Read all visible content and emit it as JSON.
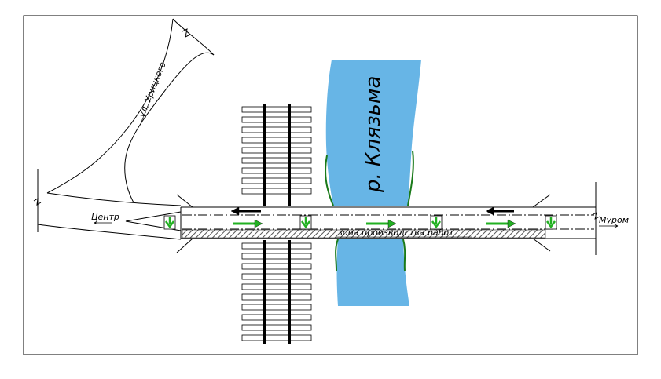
{
  "labels": {
    "street": "ул. Урицкого",
    "river": "р. Клязьма",
    "center": "Центр",
    "murom": "Муром",
    "work_zone": "зона производства работ"
  },
  "colors": {
    "river": "#67b5e6",
    "bank": "#1a7a1a",
    "arrow_green": "#22b022",
    "arrow_black": "#000000",
    "hatch": "#555555"
  },
  "icons": {
    "sign": "down-arrow-sign-icon"
  }
}
